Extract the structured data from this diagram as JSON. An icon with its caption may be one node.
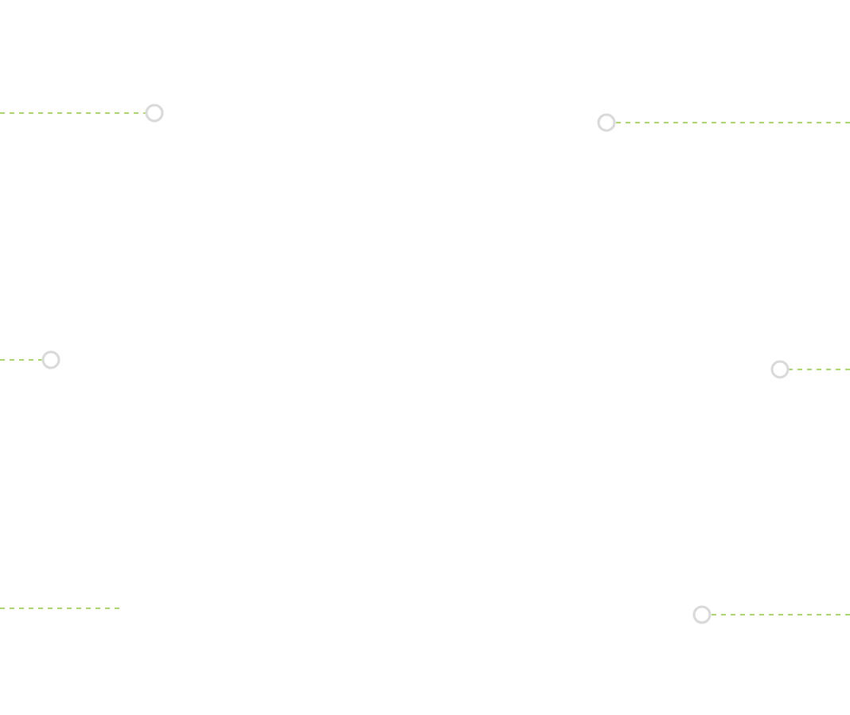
{
  "diagram": {
    "nodes": [
      {
        "text": [],
        "shape": "circle"
      },
      {
        "text": [],
        "shape": "circle"
      },
      {
        "text": [],
        "shape": "circle"
      },
      {
        "text": [],
        "shape": "circle"
      },
      {
        "text": [],
        "shape": "circle"
      }
    ],
    "edges": [
      {
        "from": null,
        "to": 0,
        "arrow": "none",
        "style": "dashed"
      },
      {
        "from": null,
        "to": 1,
        "arrow": "none",
        "style": "dashed"
      },
      {
        "from": null,
        "to": 2,
        "arrow": "none",
        "style": "dashed"
      },
      {
        "from": null,
        "to": 3,
        "arrow": "none",
        "style": "dashed"
      },
      {
        "from": null,
        "to": 4,
        "arrow": "none",
        "style": "dashed"
      }
    ]
  }
}
